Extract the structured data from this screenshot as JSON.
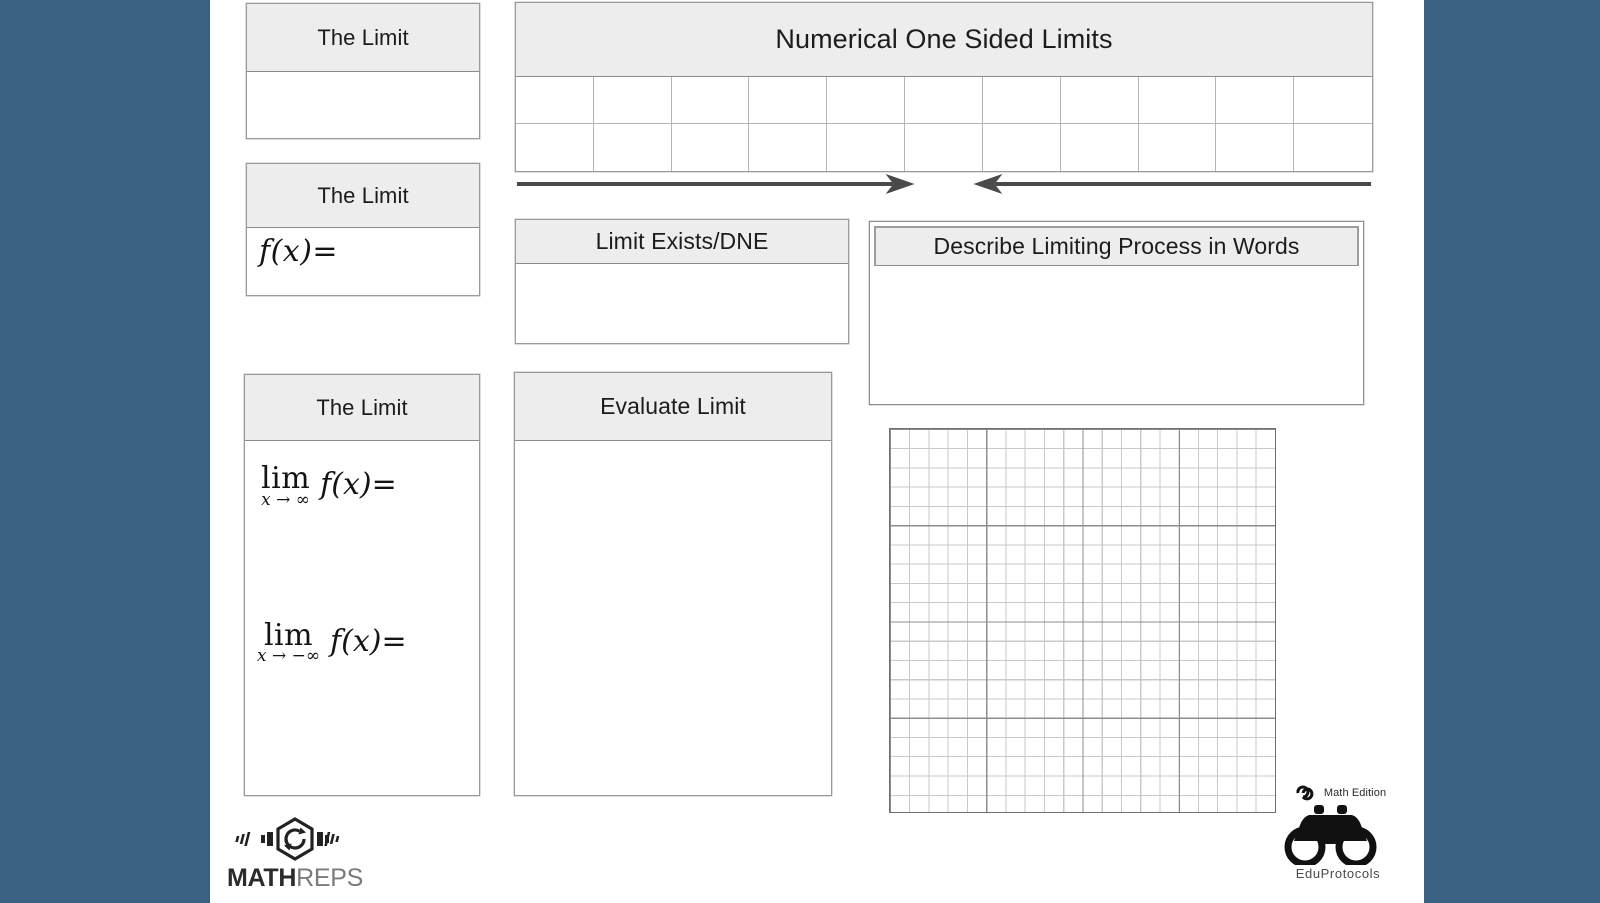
{
  "canvas": {
    "background_color": "#3a6181",
    "page_color": "#ffffff"
  },
  "left_column": {
    "limit_box_1": {
      "title": "The Limit",
      "body": ""
    },
    "limit_box_2": {
      "title": "The Limit",
      "formula": "f(x)=",
      "formula_parts": {
        "fx": "f(x)",
        "equals": "="
      }
    },
    "limit_box_3": {
      "title": "The Limit",
      "limits": [
        {
          "operator": "lim",
          "subscript": "x → ∞",
          "expression": "f(x)",
          "equals": "="
        },
        {
          "operator": "lim",
          "subscript": "x → −∞",
          "expression": "f(x)",
          "equals": "="
        }
      ]
    }
  },
  "numerical_table": {
    "title": "Numerical One Sided Limits",
    "columns": 11,
    "rows": 2,
    "cells": [
      [
        "",
        "",
        "",
        "",
        "",
        "",
        "",
        "",
        "",
        "",
        ""
      ],
      [
        "",
        "",
        "",
        "",
        "",
        "",
        "",
        "",
        "",
        "",
        ""
      ]
    ]
  },
  "arrows": {
    "left_arrow": {
      "icon": "arrow-right-icon",
      "direction": "right"
    },
    "right_arrow": {
      "icon": "arrow-left-icon",
      "direction": "left"
    },
    "color": "#4a4a4a"
  },
  "exists_card": {
    "title": "Limit Exists/DNE",
    "body": ""
  },
  "describe_card": {
    "title": "Describe Limiting Process in Words",
    "body": ""
  },
  "evaluate_card": {
    "title": "Evaluate Limit",
    "body": ""
  },
  "graph": {
    "name": "coordinate-grid",
    "minor_cells_x": 20,
    "minor_cells_y": 20,
    "major_every": 5,
    "minor_line_color": "#c9c9c9",
    "major_line_color": "#8c8c8c",
    "border_color": "#6f6f6f"
  },
  "footer": {
    "mathreps": {
      "icon": "mathreps-hexagon-icon",
      "word_bold": "MATH",
      "word_light": "REPS"
    },
    "eduprotocols": {
      "infinity_icon": "infinity-icon",
      "edition_label": "Math Edition",
      "binoculars_icon": "binoculars-icon",
      "brand_label": "EduProtocols"
    }
  }
}
